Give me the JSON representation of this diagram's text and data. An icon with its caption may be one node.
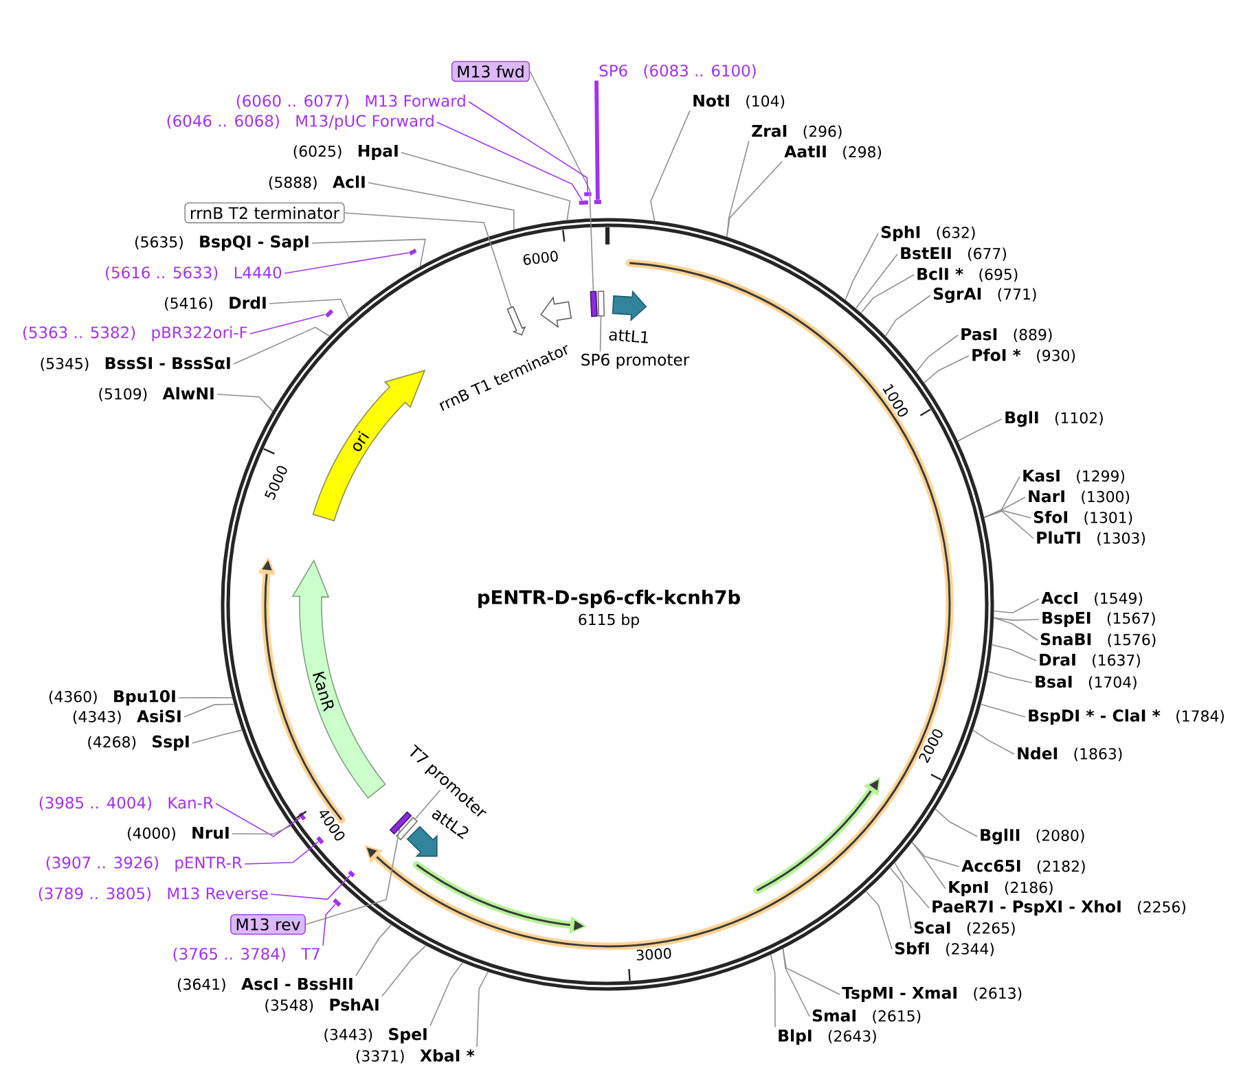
{
  "diagram": {
    "title": "pENTR-D-sp6-cfk-kcnh7b",
    "nodes": [
      {
        "text": [
          "M13 fwd"
        ]
      },
      {
        "text": [
          "SP6",
          "(6083 .. 6100)"
        ]
      },
      {
        "text": [
          "(6060 .. 6077)",
          "M13 Forward"
        ]
      },
      {
        "text": [
          "NotI",
          "(104)"
        ]
      },
      {
        "text": [
          "(6046 .. 6068)",
          "M13/pUC Forward"
        ]
      },
      {
        "text": [
          "ZraI",
          "(296)"
        ]
      },
      {
        "text": [
          "(6025)",
          "HpaI"
        ]
      },
      {
        "text": [
          "AatII",
          "(298)"
        ]
      },
      {
        "text": [
          "(5888)",
          "AclI"
        ]
      },
      {
        "text": [
          "rrnB T2 terminator"
        ]
      },
      {
        "text": [
          "SphI",
          "(632)"
        ]
      },
      {
        "text": [
          "(5635)",
          "BspQI - SapI"
        ]
      },
      {
        "text": [
          "BstEII",
          "(677)"
        ]
      },
      {
        "text": [
          "(5616 .. 5633)",
          "L4440"
        ]
      },
      {
        "text": [
          "BclI *",
          "(695)"
        ]
      },
      {
        "text": [
          "SgrAI",
          "(771)"
        ]
      },
      {
        "text": [
          "(5416)",
          "DrdI"
        ]
      },
      {
        "text": [
          "(5363 .. 5382)",
          "pBR322ori-F"
        ]
      },
      {
        "text": [
          "PasI",
          "(889)"
        ]
      },
      {
        "text": [
          "PfoI *",
          "(930)"
        ]
      },
      {
        "text": [
          "(5345)",
          "BssSI - BssSαI"
        ]
      },
      {
        "text": [
          "(5109)",
          "AlwNI"
        ]
      },
      {
        "text": [
          "BglI",
          "(1102)"
        ]
      },
      {
        "text": [
          "KasI",
          "(1299)"
        ]
      },
      {
        "text": [
          "NarI",
          "(1300)"
        ]
      },
      {
        "text": [
          "SfoI",
          "(1301)"
        ]
      },
      {
        "text": [
          "PluTI",
          "(1303)"
        ]
      },
      {
        "text": [
          "AccI",
          "(1549)"
        ]
      },
      {
        "text": [
          "BspEI",
          "(1567)"
        ]
      },
      {
        "text": [
          "SnaBI",
          "(1576)"
        ]
      },
      {
        "text": [
          "DraI",
          "(1637)"
        ]
      },
      {
        "text": [
          "BsaI",
          "(1704)"
        ]
      },
      {
        "text": [
          "(4360)",
          "Bpu10I"
        ]
      },
      {
        "text": [
          "(4343)",
          "AsiSI"
        ]
      },
      {
        "text": [
          "BspDI * - ClaI *",
          "(1784)"
        ]
      },
      {
        "text": [
          "(4268)",
          "SspI"
        ]
      },
      {
        "text": [
          "NdeI",
          "(1863)"
        ]
      },
      {
        "text": [
          "(3985 .. 4004)",
          "Kan-R"
        ]
      },
      {
        "text": [
          "(4000)",
          "NruI"
        ]
      },
      {
        "text": [
          "BglII",
          "(2080)"
        ]
      },
      {
        "text": [
          "(3907 .. 3926)",
          "pENTR-R"
        ]
      },
      {
        "text": [
          "Acc65I",
          "(2182)"
        ]
      },
      {
        "text": [
          "KpnI",
          "(2186)"
        ]
      },
      {
        "text": [
          "(3789 .. 3805)",
          "M13 Reverse"
        ]
      },
      {
        "text": [
          "PaeR7I - PspXI - XhoI",
          "(2256)"
        ]
      },
      {
        "text": [
          "M13 rev"
        ]
      },
      {
        "text": [
          "ScaI",
          "(2265)"
        ]
      },
      {
        "text": [
          "SbfI",
          "(2344)"
        ]
      },
      {
        "text": [
          "(3765 .. 3784)",
          "T7"
        ]
      },
      {
        "text": [
          "(3641)",
          "AscI - BssHII"
        ]
      },
      {
        "text": [
          "TspMI - XmaI",
          "(2613)"
        ]
      },
      {
        "text": [
          "(3548)",
          "PshAI"
        ]
      },
      {
        "text": [
          "SmaI",
          "(2615)"
        ]
      },
      {
        "text": [
          "(3443)",
          "SpeI"
        ]
      },
      {
        "text": [
          "BlpI",
          "(2643)"
        ]
      },
      {
        "text": [
          "(3371)",
          "XbaI *"
        ]
      },
      {
        "text": [],
        "shape": "circle"
      },
      {
        "text": [],
        "shape": "box",
        "in": 56
      },
      {
        "text": [],
        "shape": "box",
        "in": 56
      },
      {
        "text": [],
        "shape": "arrow",
        "beside": [
          "attL1"
        ],
        "in": 56
      },
      {
        "text": [],
        "shape": "arrow",
        "in": 56
      },
      {
        "text": [],
        "shape": "arrow",
        "in": 56
      },
      {
        "text": [
          "SP6 promoter"
        ],
        "in": 56
      },
      {
        "text": [
          "ori"
        ],
        "in": 56
      },
      {
        "text": [
          "KanR"
        ],
        "in": 56
      },
      {
        "text": [
          "T7 promoter"
        ],
        "in": 56
      },
      {
        "text": [],
        "shape": "arrow",
        "beside": [
          "attL2"
        ],
        "in": 56
      },
      {
        "text": [],
        "shape": "box",
        "in": 56
      },
      {
        "text": [],
        "shape": "box",
        "in": 56
      },
      {
        "text": [],
        "shape": "bar"
      },
      {
        "text": [],
        "shape": "bar"
      },
      {
        "text": [],
        "shape": "bar"
      },
      {
        "text": [],
        "shape": "bar"
      },
      {
        "text": [],
        "shape": "bar"
      },
      {
        "text": [],
        "shape": "bar",
        "in": 56
      },
      {
        "text": [],
        "shape": "bar",
        "in": 56
      },
      {
        "text": [],
        "shape": "bar",
        "in": 56
      },
      {
        "text": [],
        "shape": "bar"
      }
    ],
    "edges": [
      {
        "from": 0,
        "to": 57,
        "arrow": "none"
      },
      {
        "from": 1,
        "to": 71,
        "arrow": "none",
        "style": "thick",
        "color": "#a033f0"
      },
      {
        "from": 2,
        "to": 70,
        "arrow": "none",
        "color": "#a033f0"
      },
      {
        "from": 3,
        "to": 56,
        "arrow": "none"
      },
      {
        "from": 4,
        "to": 69,
        "arrow": "none",
        "color": "#a033f0"
      },
      {
        "from": 5,
        "to": 56,
        "arrow": "none"
      },
      {
        "from": 6,
        "to": 56,
        "arrow": "none"
      },
      {
        "from": 7,
        "to": 56,
        "arrow": "none"
      },
      {
        "from": 8,
        "to": 56,
        "arrow": "none"
      },
      {
        "from": 9,
        "to": 60,
        "arrow": "none"
      },
      {
        "from": 10,
        "to": 56,
        "arrow": "none"
      },
      {
        "from": 11,
        "to": 56,
        "arrow": "none"
      },
      {
        "from": 12,
        "to": 56,
        "arrow": "none"
      },
      {
        "from": 13,
        "to": 72,
        "arrow": "none",
        "color": "#a033f0"
      },
      {
        "from": 14,
        "to": 56,
        "arrow": "none"
      },
      {
        "from": 15,
        "to": 56,
        "arrow": "none"
      },
      {
        "from": 16,
        "to": 56,
        "arrow": "none"
      },
      {
        "from": 17,
        "to": 73,
        "arrow": "none",
        "color": "#a033f0"
      },
      {
        "from": 18,
        "to": 56,
        "arrow": "none"
      },
      {
        "from": 19,
        "to": 56,
        "arrow": "none"
      },
      {
        "from": 20,
        "to": 56,
        "arrow": "none"
      },
      {
        "from": 21,
        "to": 56,
        "arrow": "none"
      },
      {
        "from": 22,
        "to": 56,
        "arrow": "none"
      },
      {
        "from": 23,
        "to": 56,
        "arrow": "none"
      },
      {
        "from": 24,
        "to": 56,
        "arrow": "none"
      },
      {
        "from": 25,
        "to": 56,
        "arrow": "none"
      },
      {
        "from": 26,
        "to": 56,
        "arrow": "none"
      },
      {
        "from": 27,
        "to": 56,
        "arrow": "none"
      },
      {
        "from": 28,
        "to": 56,
        "arrow": "none"
      },
      {
        "from": 29,
        "to": 56,
        "arrow": "none"
      },
      {
        "from": 30,
        "to": 56,
        "arrow": "none"
      },
      {
        "from": 31,
        "to": 56,
        "arrow": "none"
      },
      {
        "from": 32,
        "to": 56,
        "arrow": "none"
      },
      {
        "from": 33,
        "to": 56,
        "arrow": "none"
      },
      {
        "from": 34,
        "to": 56,
        "arrow": "none"
      },
      {
        "from": 35,
        "to": 56,
        "arrow": "none"
      },
      {
        "from": 36,
        "to": 56,
        "arrow": "none"
      },
      {
        "from": 37,
        "to": 74,
        "arrow": "none",
        "color": "#a033f0"
      },
      {
        "from": 38,
        "to": 56,
        "arrow": "none"
      },
      {
        "from": 39,
        "to": 56,
        "arrow": "none"
      },
      {
        "from": 40,
        "to": 75,
        "arrow": "none",
        "color": "#a033f0"
      },
      {
        "from": 41,
        "to": 56,
        "arrow": "none"
      },
      {
        "from": 42,
        "to": 56,
        "arrow": "none"
      },
      {
        "from": 43,
        "to": 76,
        "arrow": "none",
        "color": "#a033f0"
      },
      {
        "from": 44,
        "to": 56,
        "arrow": "none"
      },
      {
        "from": 45,
        "to": 68,
        "arrow": "none"
      },
      {
        "from": 46,
        "to": 56,
        "arrow": "none"
      },
      {
        "from": 47,
        "to": 56,
        "arrow": "none"
      },
      {
        "from": 48,
        "to": 77,
        "arrow": "none",
        "color": "#a033f0"
      },
      {
        "from": 49,
        "to": 56,
        "arrow": "none"
      },
      {
        "from": 50,
        "to": 56,
        "arrow": "none"
      },
      {
        "from": 51,
        "to": 56,
        "arrow": "none"
      },
      {
        "from": 52,
        "to": 56,
        "arrow": "none"
      },
      {
        "from": 53,
        "to": 56,
        "arrow": "none"
      },
      {
        "from": 54,
        "to": 56,
        "arrow": "none"
      },
      {
        "from": 55,
        "to": 56,
        "arrow": "none"
      },
      {
        "from": 62,
        "to": 58,
        "arrow": "none"
      },
      {
        "from": 65,
        "to": 67,
        "arrow": "none"
      }
    ],
    "labels": [
      "6000",
      "rrnB T1 terminator",
      "1000",
      "5000",
      "6115 bp",
      "2000",
      "4000",
      "3000"
    ]
  }
}
